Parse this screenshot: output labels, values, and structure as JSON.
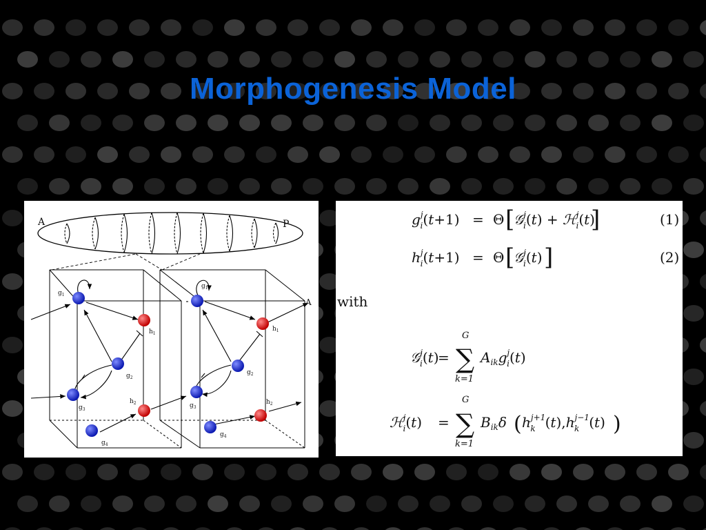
{
  "slide": {
    "title": "Morphogenesis Model"
  },
  "diagram": {
    "axis_start": "A",
    "axis_end": "P",
    "side_label": "A",
    "nodes": [
      {
        "name": "g1",
        "sub": "1",
        "base": "g",
        "color": "#1228d8"
      },
      {
        "name": "g2",
        "sub": "2",
        "base": "g",
        "color": "#1228d8"
      },
      {
        "name": "g3",
        "sub": "3",
        "base": "g",
        "color": "#1228d8"
      },
      {
        "name": "g4",
        "sub": "4",
        "base": "g",
        "color": "#1228d8"
      },
      {
        "name": "h1",
        "sub": "1",
        "base": "h",
        "color": "#e01010"
      },
      {
        "name": "h2",
        "sub": "2",
        "base": "h",
        "color": "#e01010"
      }
    ]
  },
  "equations": {
    "eq1_number": "(1)",
    "eq2_number": "(2)",
    "with": "with",
    "sum_upper": "G",
    "sum_lower": "k=1"
  },
  "colors": {
    "title": "#0b63d8",
    "gene_node": "#1228d8",
    "hormone_node": "#e01010"
  }
}
